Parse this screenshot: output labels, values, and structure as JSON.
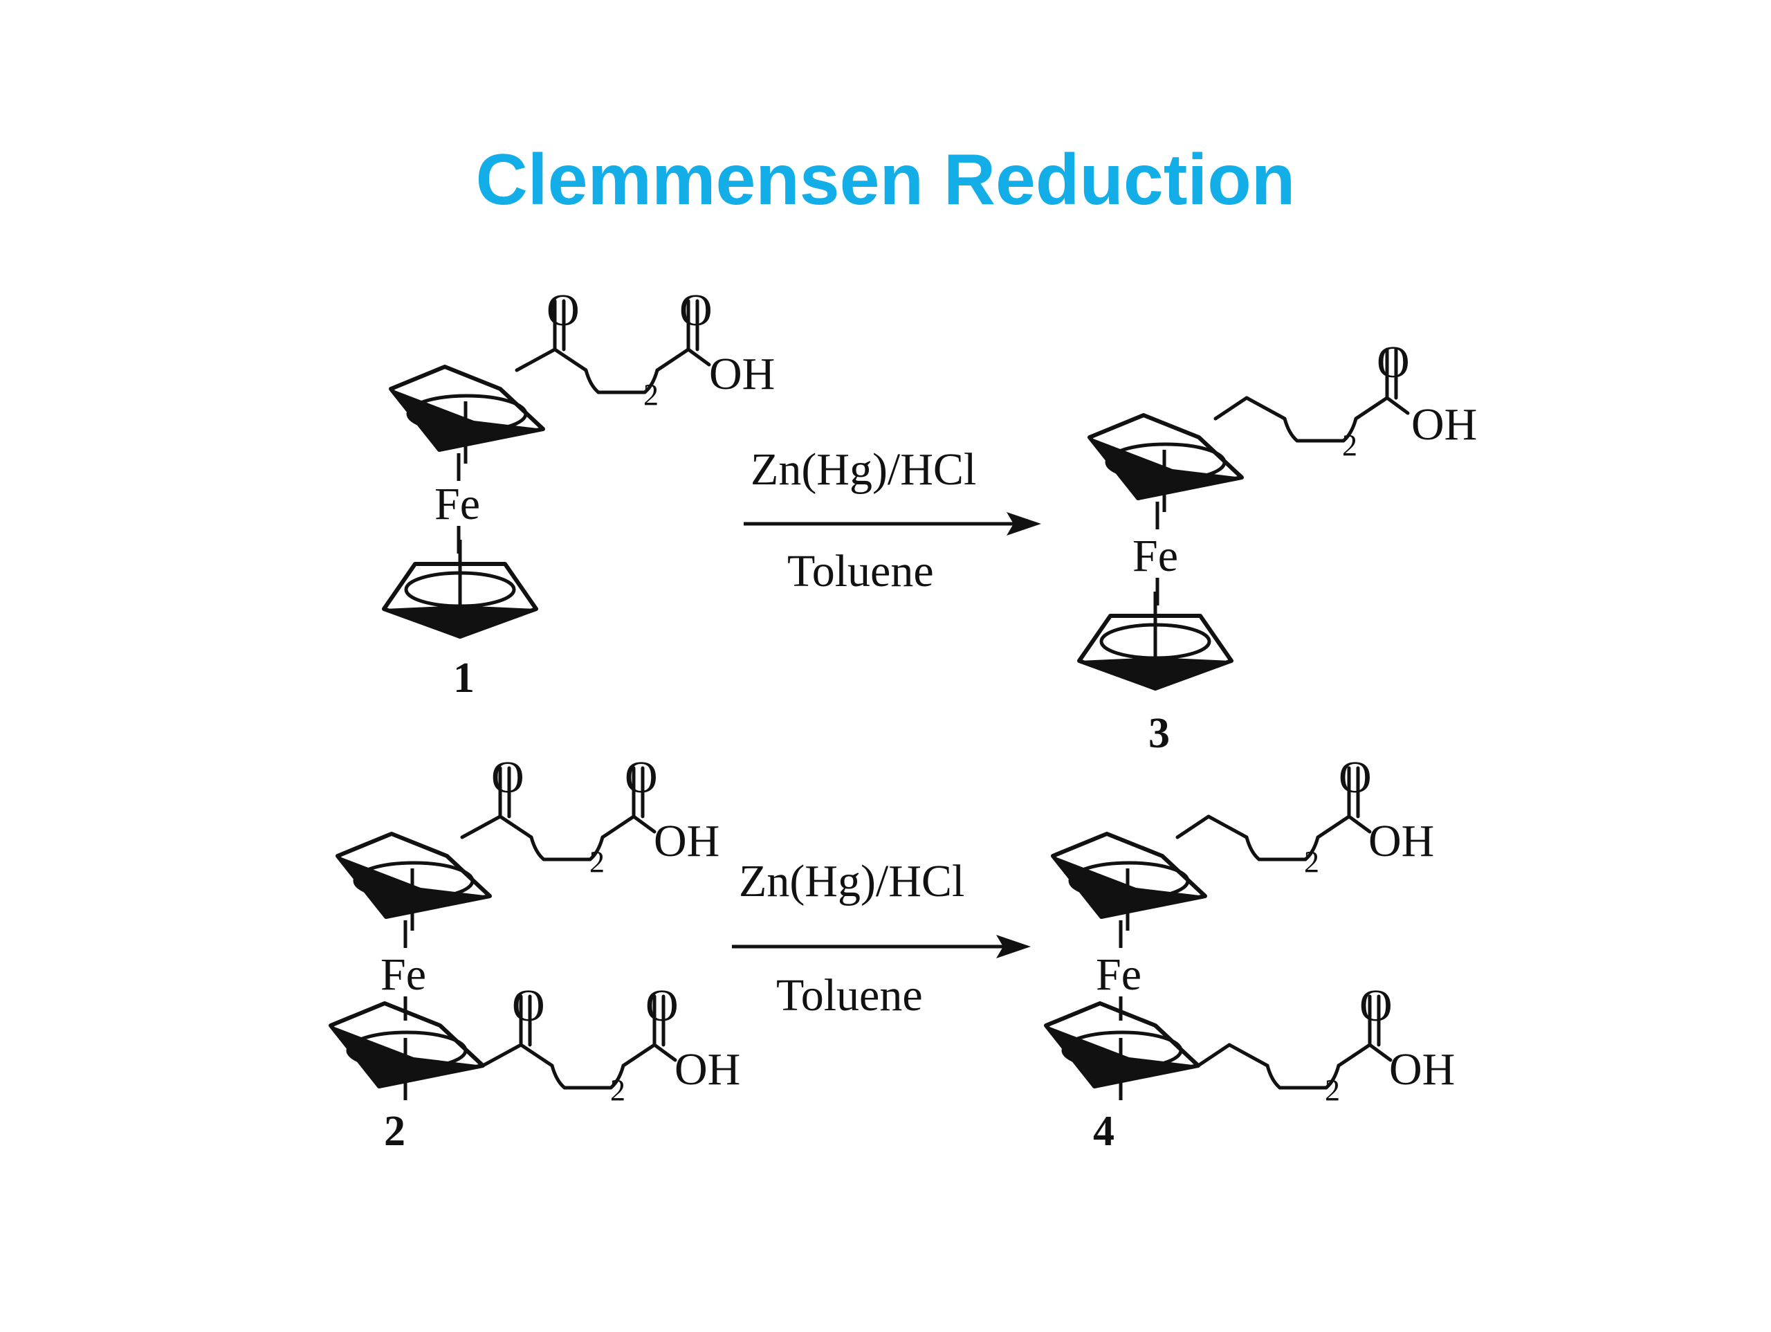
{
  "title": "Clemmensen Reduction",
  "colors": {
    "title": "#13ade7",
    "ink": "#111111",
    "background": "#ffffff"
  },
  "labels": {
    "iron": "Fe",
    "oxygen": "O",
    "hydroxyl": "OH",
    "subscript": "2"
  },
  "reactions": [
    {
      "reactant": "1",
      "product": "3",
      "reagent_above": "Zn(Hg)/HCl",
      "reagent_below": "Toluene"
    },
    {
      "reactant": "2",
      "product": "4",
      "reagent_above": "Zn(Hg)/HCl",
      "reagent_below": "Toluene"
    }
  ]
}
